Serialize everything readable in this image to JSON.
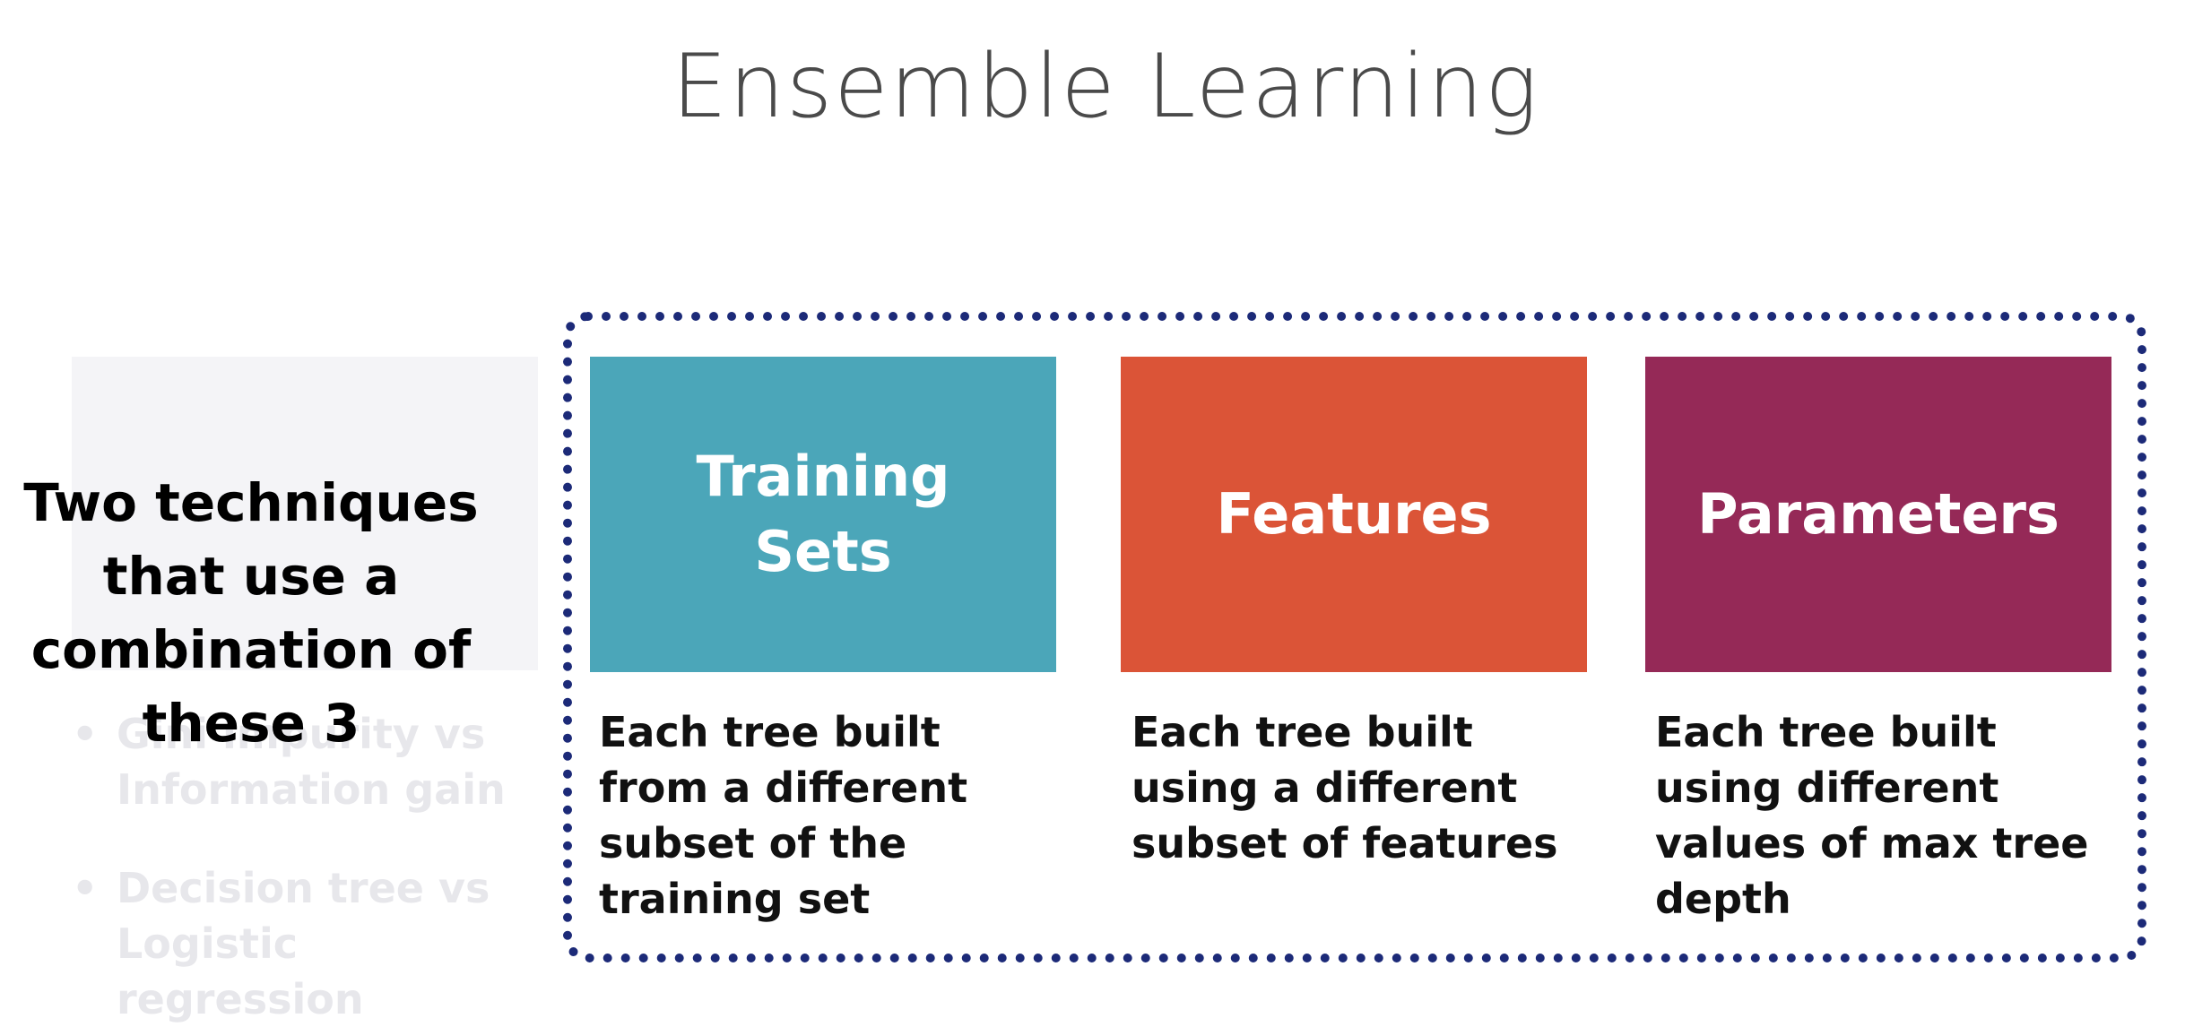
{
  "title": "Ensemble Learning",
  "left_caption": "Two techniques that use a combination of these 3",
  "background_bullets": [
    {
      "text": "Gini impurity vs Information gain"
    },
    {
      "text": "Decision tree vs Logistic regression"
    }
  ],
  "colors": {
    "training_sets": "#4ba6b9",
    "features": "#db5437",
    "parameters": "#952957",
    "frame": "#1c2a78"
  },
  "boxes": [
    {
      "label": "Training Sets",
      "description": "Each tree built from a different subset of the training set"
    },
    {
      "label": "Features",
      "description": "Each tree built using a different subset of features"
    },
    {
      "label": "Parameters",
      "description": "Each tree built using different values of max tree depth"
    }
  ]
}
